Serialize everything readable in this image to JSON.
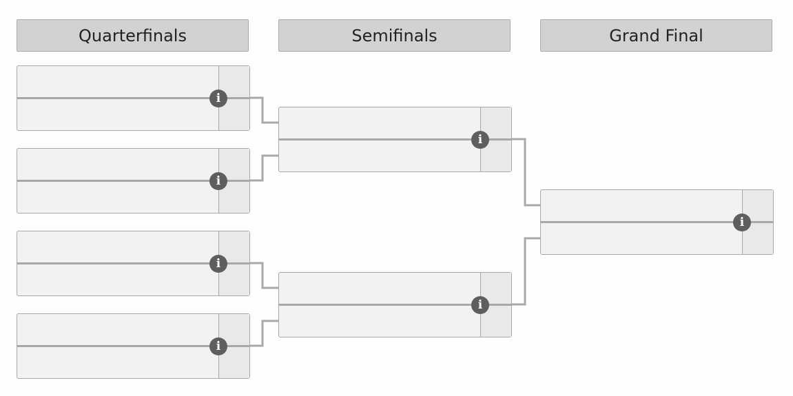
{
  "rounds": [
    {
      "title": "Quarterfinals"
    },
    {
      "title": "Semifinals"
    },
    {
      "title": "Grand Final"
    }
  ],
  "matches": [
    {
      "round": 1,
      "team_top": "",
      "team_bottom": ""
    },
    {
      "round": 1,
      "team_top": "",
      "team_bottom": ""
    },
    {
      "round": 1,
      "team_top": "",
      "team_bottom": ""
    },
    {
      "round": 1,
      "team_top": "",
      "team_bottom": ""
    },
    {
      "round": 2,
      "team_top": "",
      "team_bottom": ""
    },
    {
      "round": 2,
      "team_top": "",
      "team_bottom": ""
    },
    {
      "round": 3,
      "team_top": "",
      "team_bottom": ""
    }
  ],
  "icons": {
    "match_info": "info-icon"
  },
  "colors": {
    "header_bg": "#d2d2d2",
    "match_bg": "#f2f2f2",
    "score_bg": "#e9e9e9",
    "line": "#a8a8a8",
    "icon_bg": "#5e5e5e"
  }
}
